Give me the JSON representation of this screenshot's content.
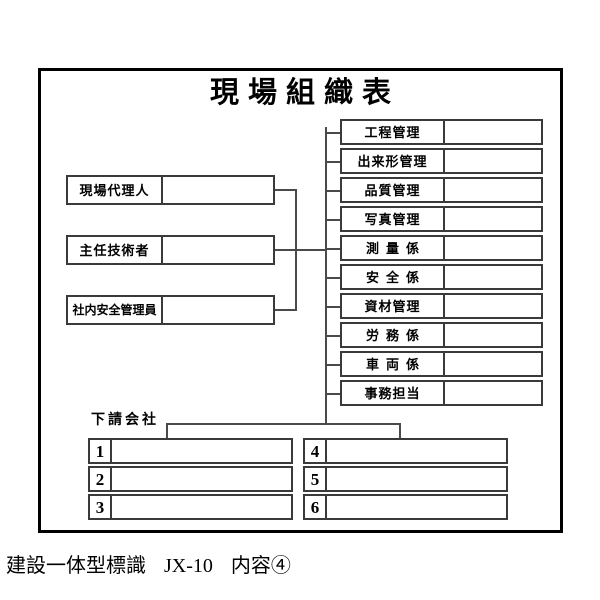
{
  "title": "現場組織表",
  "executives": [
    {
      "label": "現場代理人",
      "value": ""
    },
    {
      "label": "主任技術者",
      "value": ""
    },
    {
      "label": "社内安全管理員",
      "value": ""
    }
  ],
  "departments": [
    {
      "label": "工程管理",
      "value": "",
      "spaced": false
    },
    {
      "label": "出来形管理",
      "value": "",
      "spaced": false
    },
    {
      "label": "品質管理",
      "value": "",
      "spaced": false
    },
    {
      "label": "写真管理",
      "value": "",
      "spaced": false
    },
    {
      "label": "測量係",
      "value": "",
      "spaced": true
    },
    {
      "label": "安全係",
      "value": "",
      "spaced": true
    },
    {
      "label": "資材管理",
      "value": "",
      "spaced": false
    },
    {
      "label": "労務係",
      "value": "",
      "spaced": true
    },
    {
      "label": "車両係",
      "value": "",
      "spaced": true
    },
    {
      "label": "事務担当",
      "value": "",
      "spaced": false
    }
  ],
  "subcontractors": {
    "heading": "下請会社",
    "left_column": [
      {
        "number": "1",
        "value": ""
      },
      {
        "number": "2",
        "value": ""
      },
      {
        "number": "3",
        "value": ""
      }
    ],
    "right_column": [
      {
        "number": "4",
        "value": ""
      },
      {
        "number": "5",
        "value": ""
      },
      {
        "number": "6",
        "value": ""
      }
    ]
  },
  "caption": {
    "product": "建設一体型標識",
    "model": "JX-10",
    "variant": "内容④"
  },
  "colors": {
    "frame": "#000000",
    "box_border": "#3a3a3a",
    "connector": "#4a4a4a",
    "background": "#ffffff",
    "text": "#000000"
  }
}
